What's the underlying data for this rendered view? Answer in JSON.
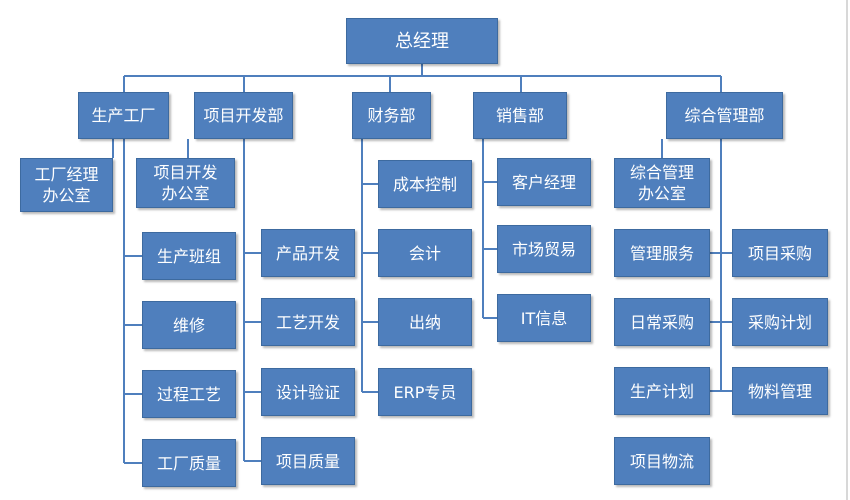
{
  "root": "总经理",
  "departments": [
    {
      "id": "production",
      "label": "生产工厂",
      "children": [
        "工厂经理\n办公室",
        "生产班组",
        "维修",
        "过程工艺",
        "工厂质量"
      ]
    },
    {
      "id": "project-dev",
      "label": "项目开发部",
      "children": [
        "项目开发\n办公室",
        "产品开发",
        "工艺开发",
        "设计验证",
        "项目质量"
      ]
    },
    {
      "id": "finance",
      "label": "财务部",
      "children": [
        "成本控制",
        "会计",
        "出纳",
        "ERP专员"
      ]
    },
    {
      "id": "sales",
      "label": "销售部",
      "children": [
        "客户经理",
        "市场贸易",
        "IT信息"
      ]
    },
    {
      "id": "general-admin",
      "label": "综合管理部",
      "children": [
        "综合管理\n办公室",
        "管理服务",
        "日常采购",
        "生产计划",
        "项目物流",
        "项目采购",
        "采购计划",
        "物料管理"
      ]
    }
  ],
  "colors": {
    "box_fill": "#4f7fbd",
    "box_border": "#3d6a9f",
    "connector": "#4f7fbd",
    "text": "#ffffff"
  }
}
